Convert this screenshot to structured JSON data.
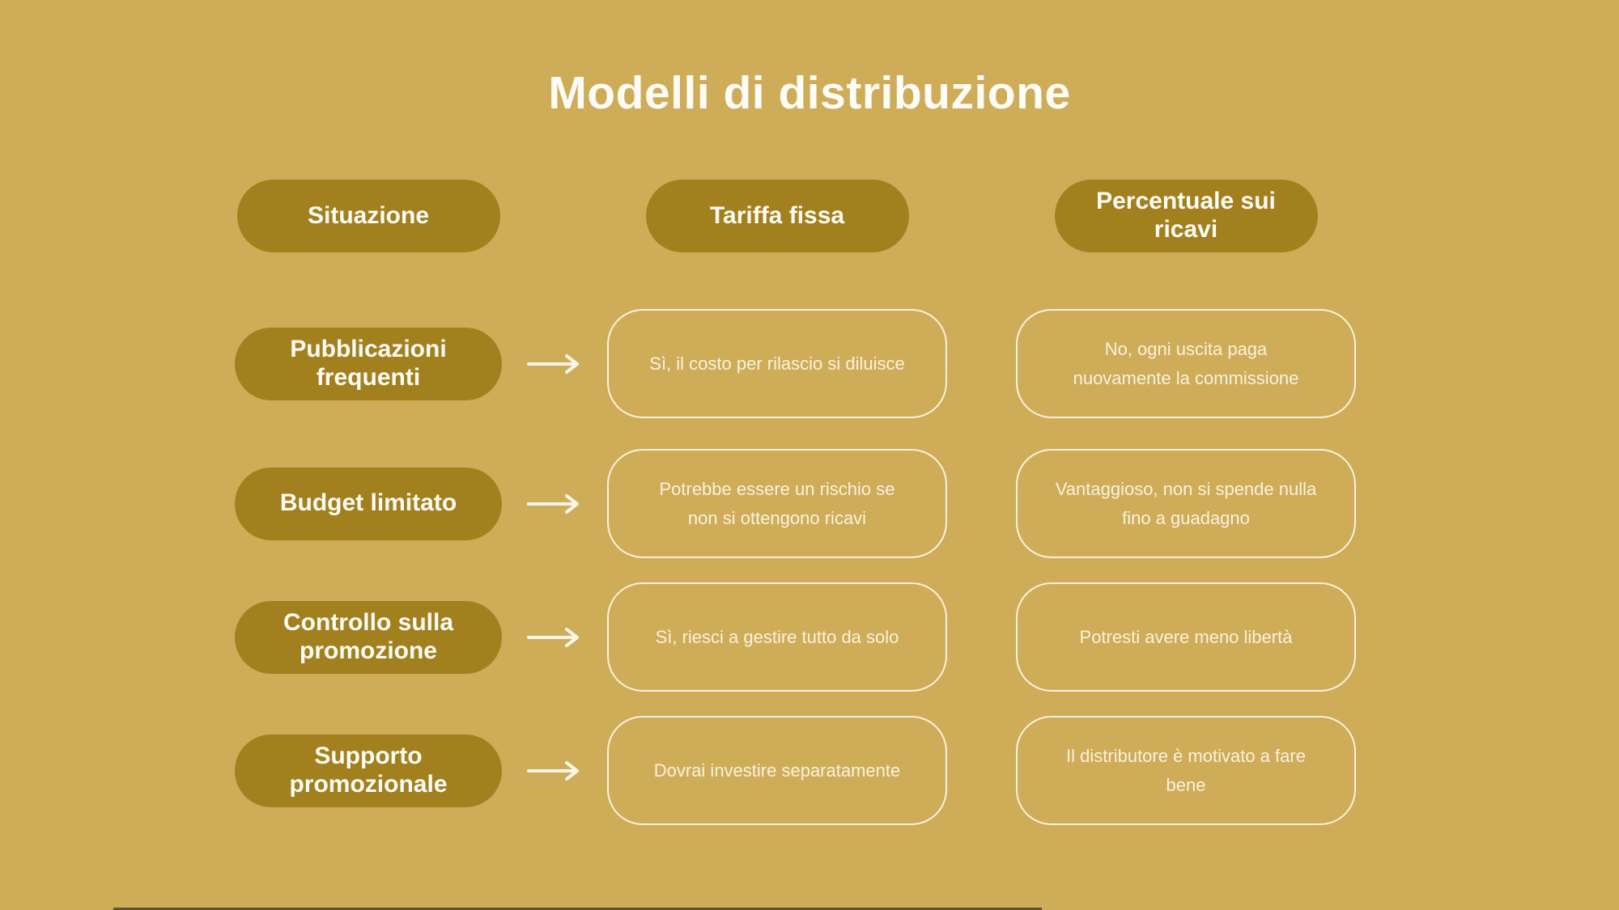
{
  "title": "Modelli di distribuzione",
  "colors": {
    "background": "#CFAC58",
    "pill": "#A3801E",
    "pill_text": "#FDFCF6",
    "box_border": "#F7F2E1",
    "box_text": "#F8F2DF"
  },
  "columns": [
    {
      "label": "Situazione"
    },
    {
      "label": "Tariffa fissa"
    },
    {
      "label": "Percentuale sui\nricavi"
    }
  ],
  "rows": [
    {
      "situation": "Pubblicazioni\nfrequenti",
      "fixed_fee": "Sì, il costo per rilascio si diluisce",
      "revenue_share": "No, ogni uscita paga\nnuovamente la commissione"
    },
    {
      "situation": "Budget limitato",
      "fixed_fee": "Potrebbe essere un rischio se\nnon si ottengono ricavi",
      "revenue_share": "Vantaggioso, non si spende nulla\nfino a guadagno"
    },
    {
      "situation": "Controllo sulla\npromozione",
      "fixed_fee": "Sì, riesci a gestire tutto da solo",
      "revenue_share": "Potresti avere meno libertà"
    },
    {
      "situation": "Supporto\npromozionale",
      "fixed_fee": "Dovrai investire separatamente",
      "revenue_share": "Il distributore è motivato a fare\nbene"
    }
  ]
}
